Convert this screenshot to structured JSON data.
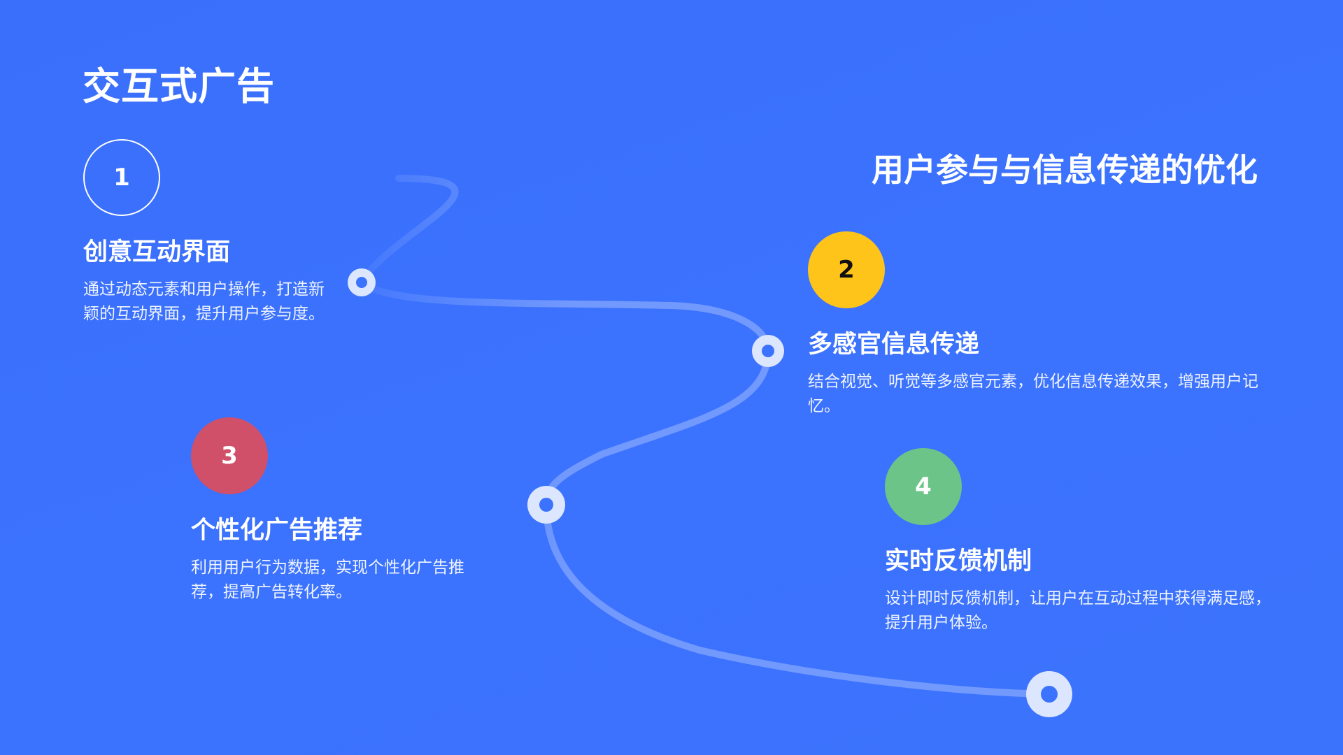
{
  "slide": {
    "title": "交互式广告",
    "subtitle": "用户参与与信息传递的优化"
  },
  "colors": {
    "background": "#3b72fe",
    "route": "#6d95fc",
    "node_ring": "#dce6ff",
    "node_core": "#3b72fe",
    "badge_outline": "#ffffff",
    "badge_yellow": "#fec419",
    "badge_red": "#d0506a",
    "badge_green": "#6dc488"
  },
  "steps": [
    {
      "number": "1",
      "title": "创意互动界面",
      "description": "通过动态元素和用户操作，打造新颖的互动界面，提升用户参与度。",
      "badge_style": "outline"
    },
    {
      "number": "2",
      "title": "多感官信息传递",
      "description": "结合视觉、听觉等多感官元素，优化信息传递效果，增强用户记忆。",
      "badge_color": "#fec419",
      "number_color": "#111111"
    },
    {
      "number": "3",
      "title": "个性化广告推荐",
      "description": "利用用户行为数据，实现个性化广告推荐，提高广告转化率。",
      "badge_color": "#d0506a",
      "number_color": "#ffffff"
    },
    {
      "number": "4",
      "title": "实时反馈机制",
      "description": "设计即时反馈机制，让用户在互动过程中获得满足感，提升用户体验。",
      "badge_color": "#6dc488",
      "number_color": "#ffffff"
    }
  ]
}
